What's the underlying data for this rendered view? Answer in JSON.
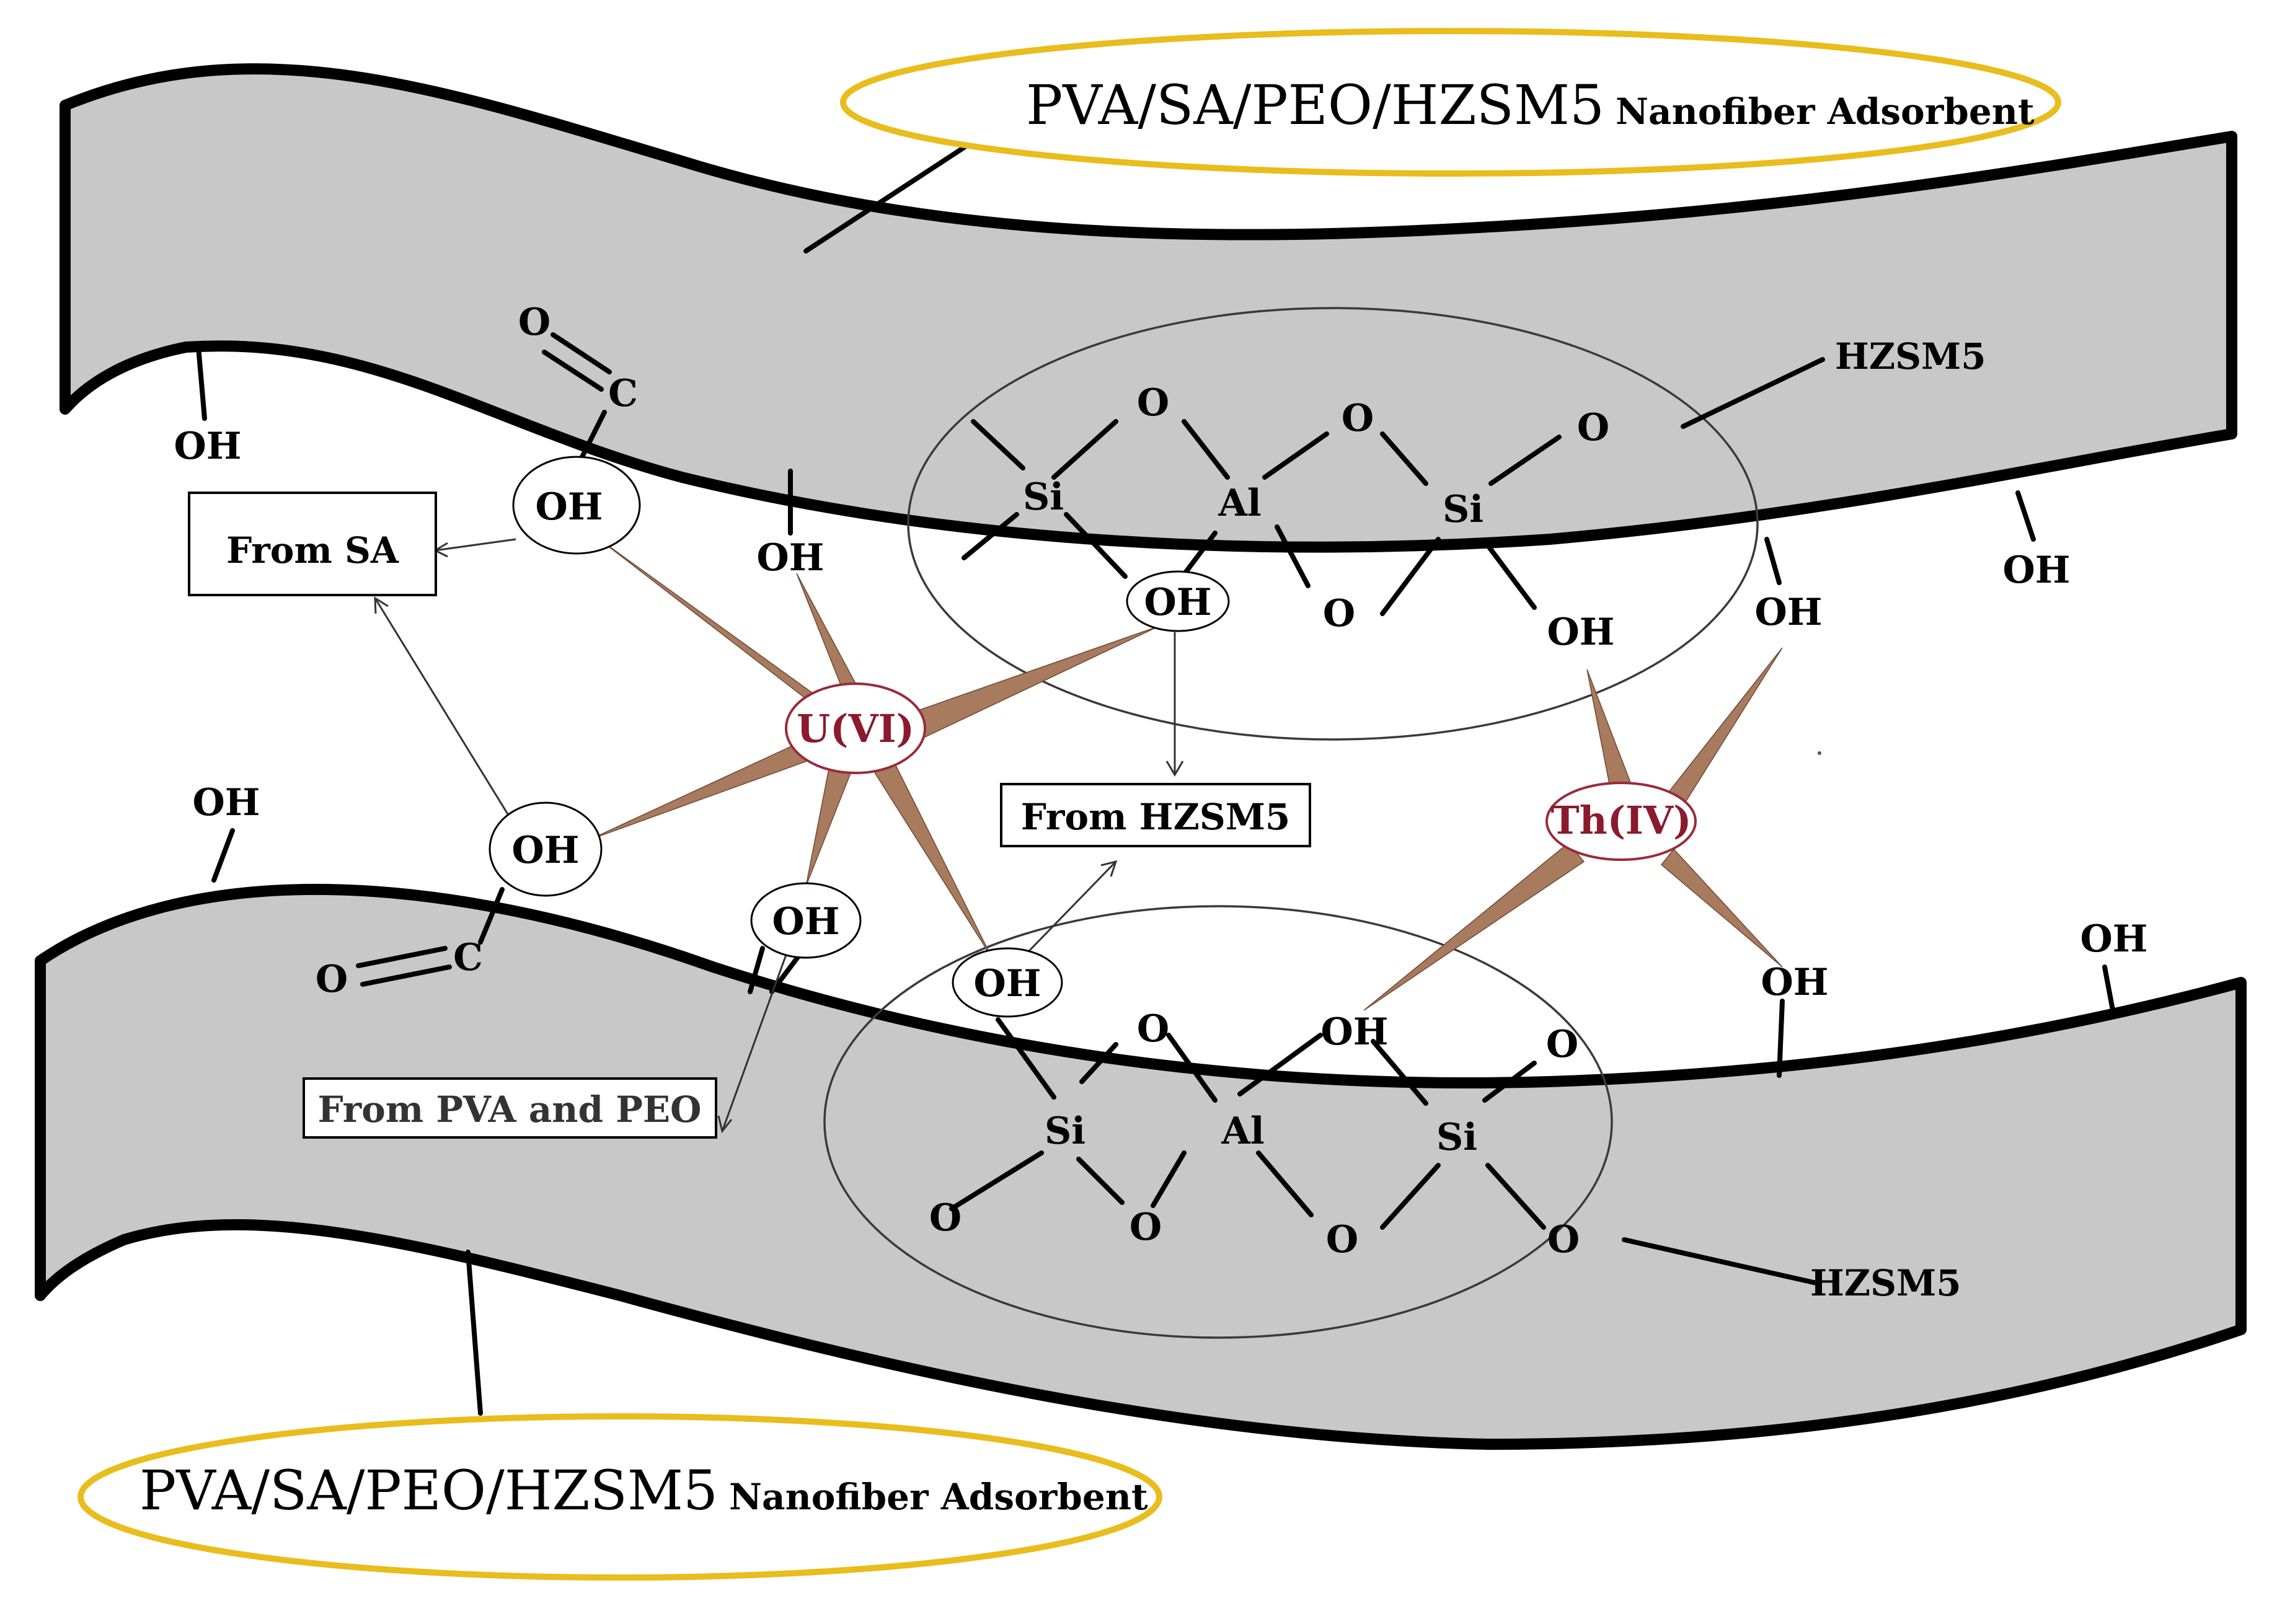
{
  "labels": {
    "top_title_main": "PVA/SA/PEO/HZSM5",
    "top_title_sub": "Nanofiber Adsorbent",
    "bottom_title_main": "PVA/SA/PEO/HZSM5",
    "bottom_title_sub": "Nanofiber Adsorbent",
    "hzsm5_top": "HZSM5",
    "hzsm5_bottom": "HZSM5",
    "from_sa": "From SA",
    "from_hzsm5": "From HZSM5",
    "from_pva_peo": "From PVA and PEO",
    "uranium": "U(VI)",
    "thorium": "Th(IV)"
  },
  "atoms": {
    "oh": "OH",
    "o": "O",
    "c": "C",
    "si": "Si",
    "al": "Al"
  },
  "colors": {
    "fiber_fill": "#c8c8c8",
    "title_outline": "#e8bd1c",
    "ion_text": "#8a1a2c",
    "spoke_fill": "#a87a5e"
  }
}
